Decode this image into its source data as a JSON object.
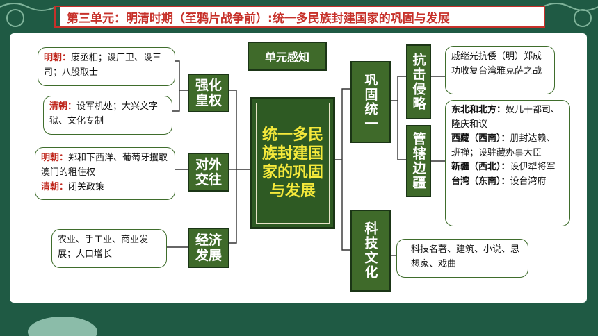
{
  "title": "第三单元：明清时期（至鸦片战争前）:统一多民族封建国家的巩固与发展",
  "unit_label": "单元感知",
  "center": "统一多民族封建国家的巩固与发展",
  "left": {
    "branch1": {
      "label": "强化皇权",
      "note1": {
        "dynasty": "明朝：",
        "text": "废丞相；设厂卫、设三司；八股取士"
      },
      "note2": {
        "dynasty": "清朝：",
        "text": "设军机处；大兴文字狱、文化专制"
      }
    },
    "branch2": {
      "label": "对外交往",
      "note": {
        "ming": "明朝：",
        "ming_text": "郑和下西洋、葡萄牙攫取澳门的租住权",
        "qing": "清朝：",
        "qing_text": "闭关政策"
      }
    },
    "branch3": {
      "label": "经济发展",
      "note": "农业、手工业、商业发展；人口增长"
    }
  },
  "right": {
    "branch1": {
      "label": "巩固统一",
      "sub1": {
        "label": "抗击侵略",
        "note": "戚继光抗倭（明）郑成功收复台湾雅克萨之战"
      },
      "sub2": {
        "label": "管辖边疆",
        "items": [
          {
            "region": "东北和北方：",
            "text": "奴儿干都司、隆庆和议"
          },
          {
            "region": "西藏（西南）：",
            "text": "册封达赖、班禅；设驻藏办事大臣"
          },
          {
            "region": "新疆（西北）：",
            "text": "设伊犁将军"
          },
          {
            "region": "台湾（东南）：",
            "text": "设台湾府"
          }
        ]
      }
    },
    "branch2": {
      "label": "科技文化",
      "note": "科技名著、建筑、小说、思想家、戏曲"
    }
  },
  "colors": {
    "bg": "#1f5a44",
    "node": "#3f6a2a",
    "center_text": "#f5e93b",
    "accent": "#c7312a"
  }
}
